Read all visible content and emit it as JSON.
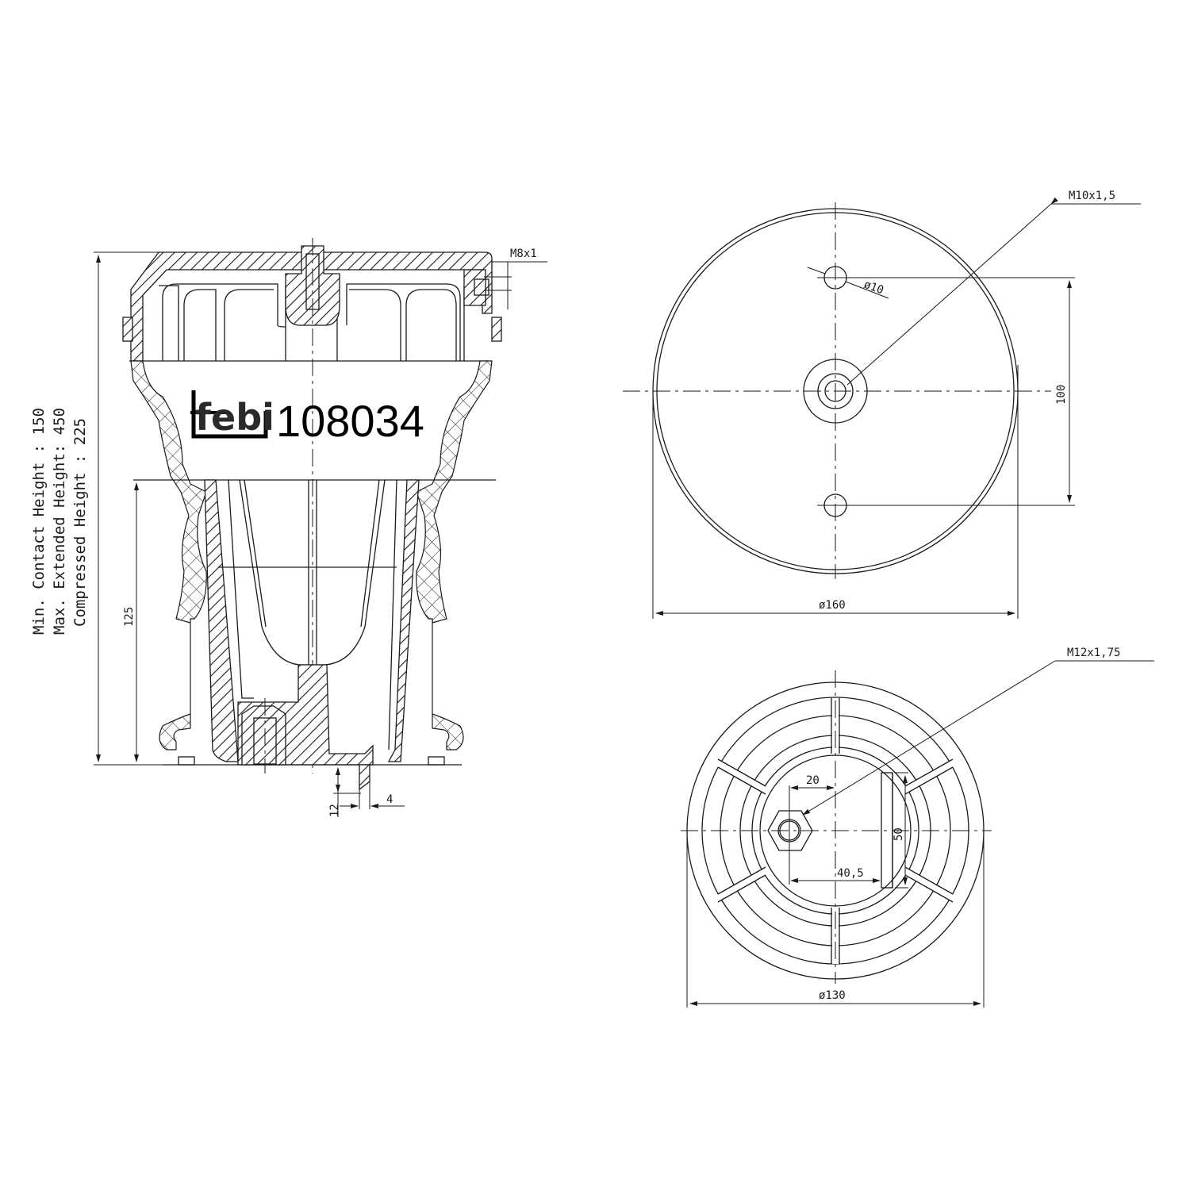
{
  "brand": {
    "logo_text": "febi",
    "part_number": "108034"
  },
  "specs": {
    "min_contact_height": "Min. Contact Height : 150",
    "max_extended_height": "Max. Extended Height: 450",
    "compressed_height": "Compressed Height : 225"
  },
  "side_view": {
    "thread_top": "M8x1",
    "dim_inner_height": "125",
    "dim_pin_height": "12",
    "dim_pin_width": "4"
  },
  "top_view": {
    "thread": "M10x1,5",
    "hole_diameter": "ø10",
    "hole_spacing": "100",
    "outer_diameter": "ø160"
  },
  "bottom_view": {
    "thread": "M12x1,75",
    "offset_bolt": "20",
    "offset_plate": "40,5",
    "plate_length": "50",
    "outer_diameter": "ø130"
  },
  "colors": {
    "line": "#1a1a1a",
    "background": "#ffffff"
  }
}
